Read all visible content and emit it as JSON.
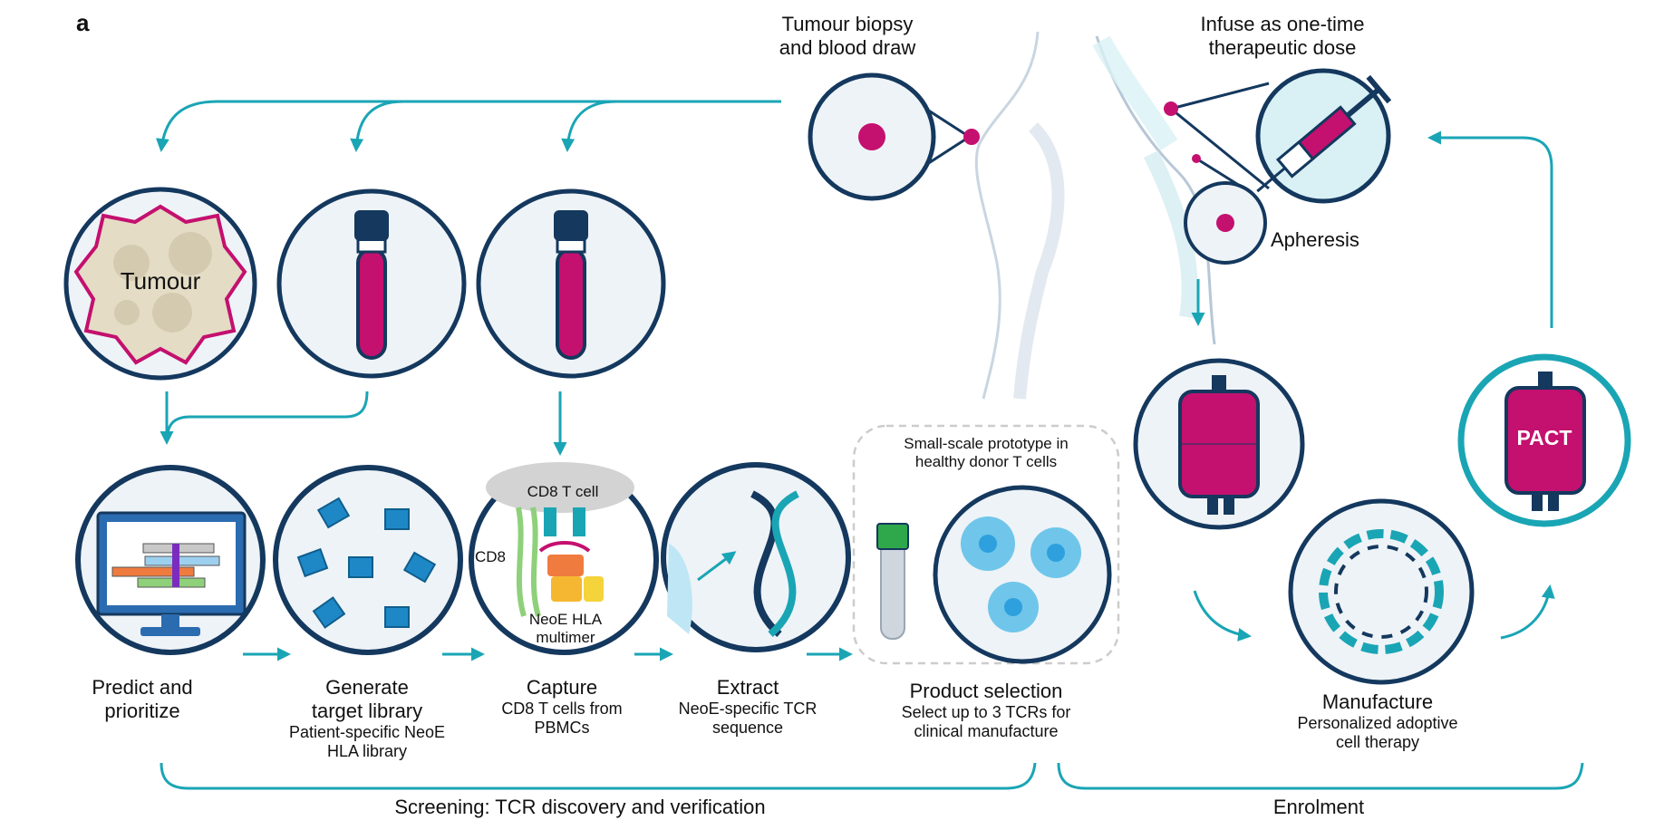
{
  "panel_letter": "a",
  "top": {
    "biopsy": [
      "Tumour biopsy",
      "and blood draw"
    ],
    "infuse": [
      "Infuse as one-time",
      "therapeutic dose"
    ],
    "apheresis": "Apheresis"
  },
  "circles": {
    "tumour_label": "Tumour",
    "cd8_tcell": "CD8 T cell",
    "cd8": "CD8",
    "multimer": [
      "NeoE HLA",
      "multimer"
    ],
    "prototype": [
      "Small-scale prototype in",
      "healthy donor T cells"
    ],
    "pact": "PACT"
  },
  "steps": [
    {
      "title": [
        "Predict and",
        "prioritize"
      ],
      "desc": []
    },
    {
      "title": [
        "Generate",
        "target library"
      ],
      "desc": [
        "Patient-specific NeoE",
        "HLA library"
      ]
    },
    {
      "title": [
        "Capture"
      ],
      "desc": [
        "CD8 T cells from",
        "PBMCs"
      ]
    },
    {
      "title": [
        "Extract"
      ],
      "desc": [
        "NeoE-specific TCR",
        "sequence"
      ]
    },
    {
      "title": [
        "Product selection"
      ],
      "desc": [
        "Select up to 3 TCRs for",
        "clinical manufacture"
      ]
    },
    {
      "title": [
        "Manufacture"
      ],
      "desc": [
        "Personalized adoptive",
        "cell therapy"
      ]
    }
  ],
  "phases": {
    "screening": "Screening: TCR discovery and verification",
    "enrolment": "Enrolment"
  },
  "colors": {
    "teal": "#1aa5b5",
    "navy": "#14385e",
    "magenta": "#c4106f",
    "light_blue": "#d9f1f5",
    "circle_fill": "#eef3f7"
  }
}
